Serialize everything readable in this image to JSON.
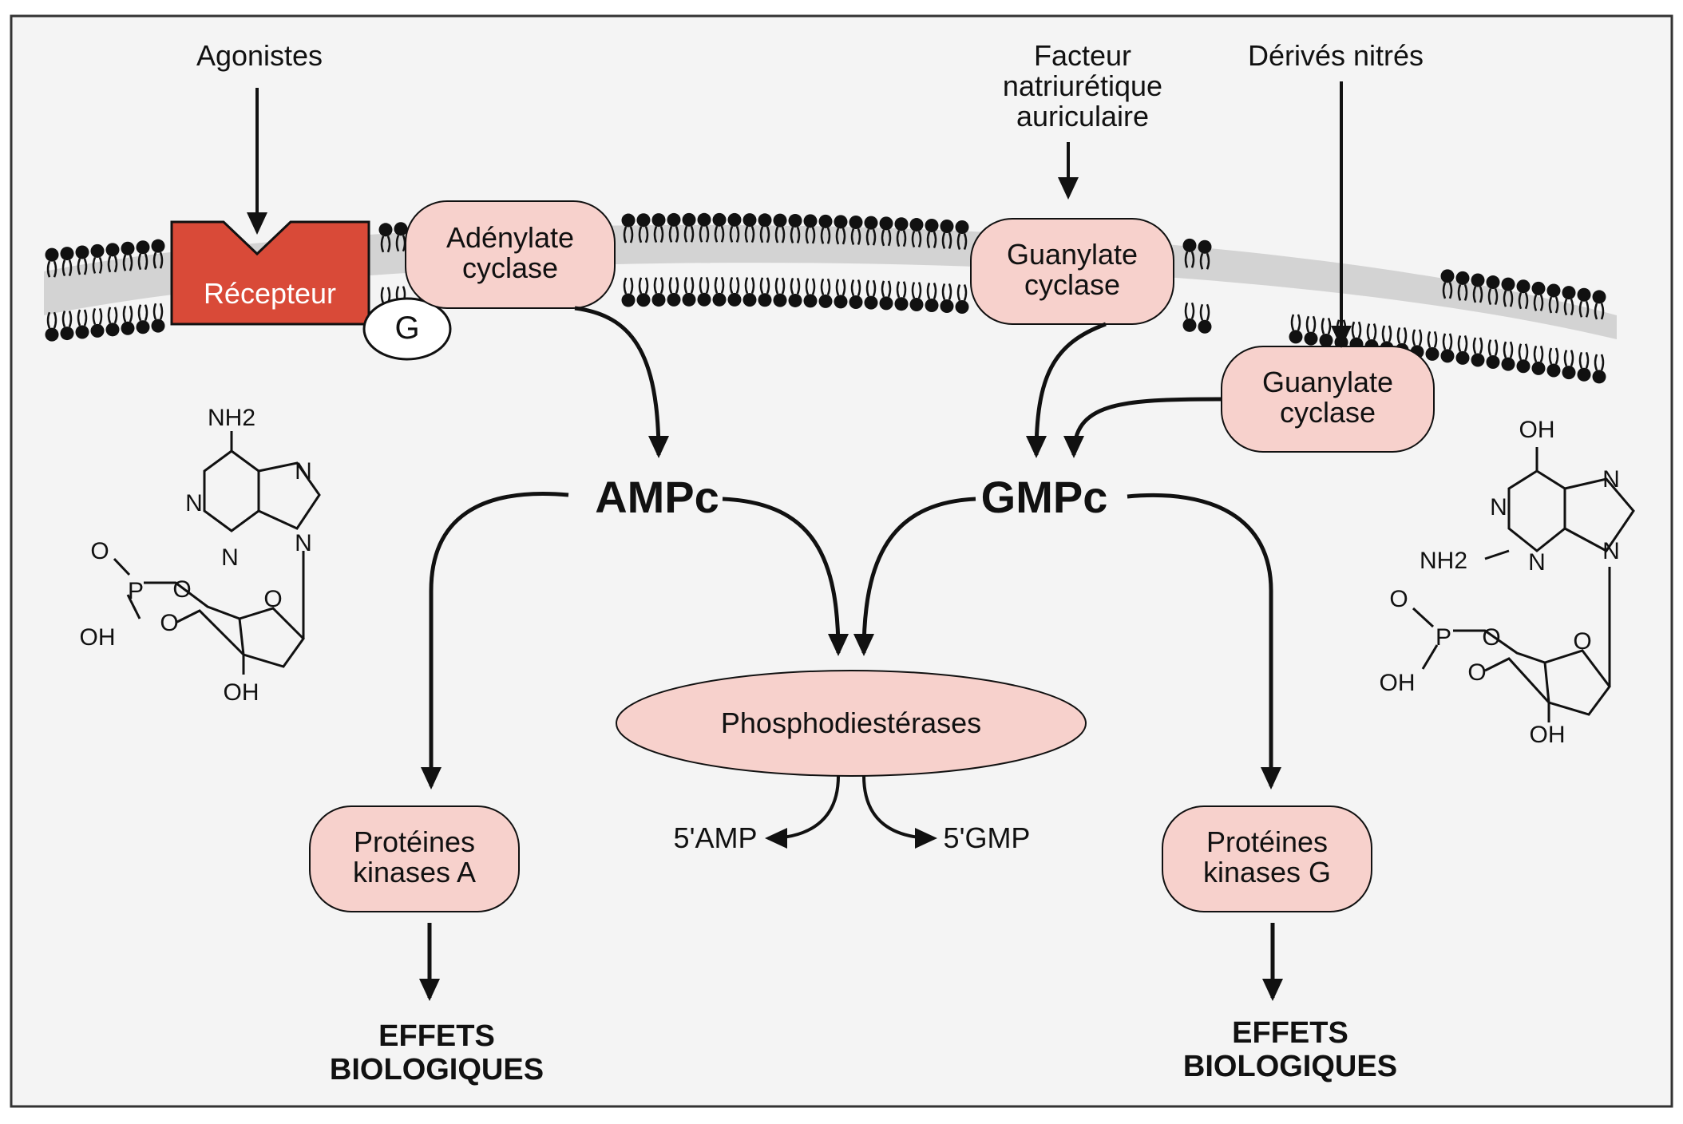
{
  "labels": {
    "agonistes": "Agonistes",
    "facteur": [
      "Facteur",
      "natriurétique",
      "auriculaire"
    ],
    "derives": "Dérivés nitrés",
    "recepteur": "Récepteur",
    "g": "G",
    "adenylate": [
      "Adénylate",
      "cyclase"
    ],
    "guanylate_membrane": [
      "Guanylate",
      "cyclase"
    ],
    "guanylate_soluble": [
      "Guanylate",
      "cyclase"
    ],
    "ampc": "AMPc",
    "gmpc": "GMPc",
    "phosphodiesterases": "Phosphodiestérases",
    "amp5": "5'AMP",
    "gmp5": "5'GMP",
    "pka": [
      "Protéines",
      "kinases A"
    ],
    "pkg": [
      "Protéines",
      "kinases G"
    ],
    "effets_left": [
      "EFFETS",
      "BIOLOGIQUES"
    ],
    "effets_right": [
      "EFFETS",
      "BIOLOGIQUES"
    ]
  },
  "amp_structure": {
    "nh2": "NH2",
    "n1": "N",
    "n3": "N",
    "n7": "N",
    "n9": "N",
    "o_double": "O",
    "p": "P",
    "o_ring1": "O",
    "o_ring2": "O",
    "o_sugar": "O",
    "oh_p": "OH",
    "oh_sugar": "OH"
  },
  "gmp_structure": {
    "oh_top": "OH",
    "nh2": "NH2",
    "n1": "N",
    "n3": "N",
    "n7": "N",
    "n9": "N",
    "o_double": "O",
    "p": "P",
    "o_ring1": "O",
    "o_ring2": "O",
    "o_sugar": "O",
    "oh_p": "OH",
    "oh_sugar": "OH"
  },
  "colors": {
    "node_fill": "#f7d1cc",
    "receptor_red": "#d94a38",
    "membrane_band": "#cfcfcf",
    "lipid": "#111111",
    "border": "#333333"
  }
}
